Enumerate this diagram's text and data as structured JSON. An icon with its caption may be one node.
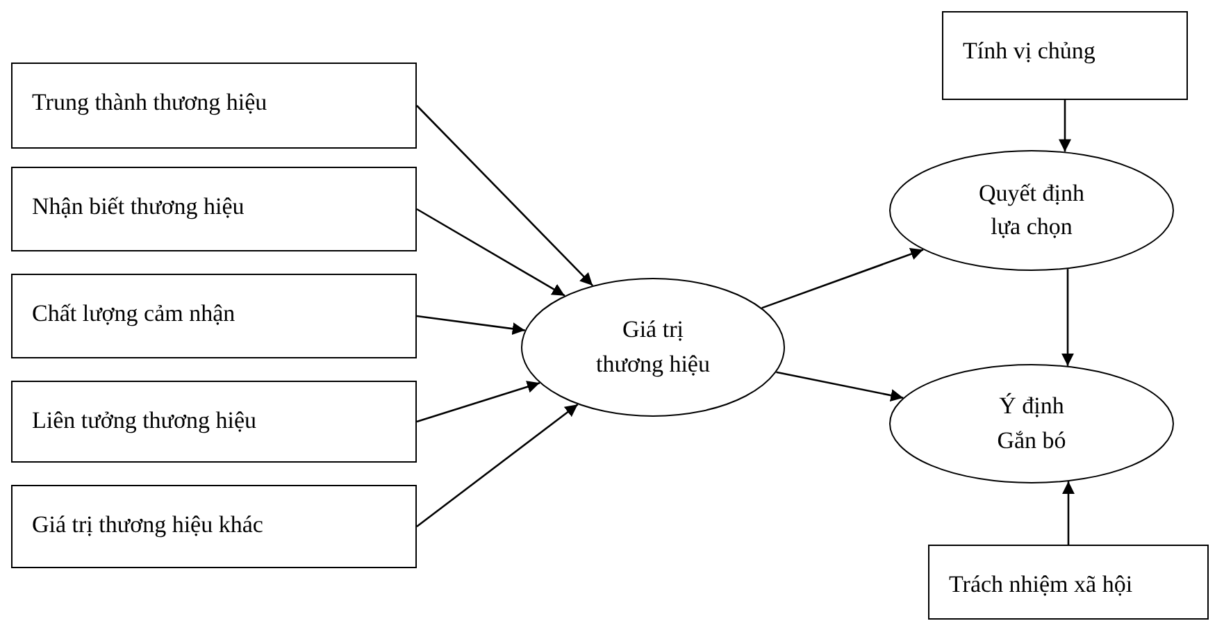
{
  "diagram": {
    "nodes": [
      {
        "text": [
          "Trung thành thương hiệu"
        ]
      },
      {
        "text": [
          "Nhận biết thương hiệu"
        ]
      },
      {
        "text": [
          "Chất lượng cảm nhận"
        ]
      },
      {
        "text": [
          "Liên tưởng thương hiệu"
        ]
      },
      {
        "text": [
          "Giá trị thương hiệu khác"
        ]
      },
      {
        "text": [
          "Giá trị thương hiệu"
        ]
      },
      {
        "text": [
          "Tính vị chủng"
        ]
      },
      {
        "text": [
          "Quyết định lựa chọn"
        ]
      },
      {
        "text": [
          "Ý định Gắn bó"
        ]
      },
      {
        "text": [
          "Trách nhiệm xã hội"
        ]
      }
    ],
    "edges": [
      {
        "from": 0,
        "to": 5,
        "arrow": "to"
      },
      {
        "from": 1,
        "to": 5,
        "arrow": "to"
      },
      {
        "from": 2,
        "to": 5,
        "arrow": "to"
      },
      {
        "from": 3,
        "to": 5,
        "arrow": "to"
      },
      {
        "from": 4,
        "to": 5,
        "arrow": "to"
      },
      {
        "from": 5,
        "to": 7,
        "arrow": "to"
      },
      {
        "from": 5,
        "to": 8,
        "arrow": "to"
      },
      {
        "from": 6,
        "to": 7,
        "arrow": "to"
      },
      {
        "from": 7,
        "to": 8,
        "arrow": "to"
      },
      {
        "from": 9,
        "to": 8,
        "arrow": "to"
      }
    ]
  }
}
